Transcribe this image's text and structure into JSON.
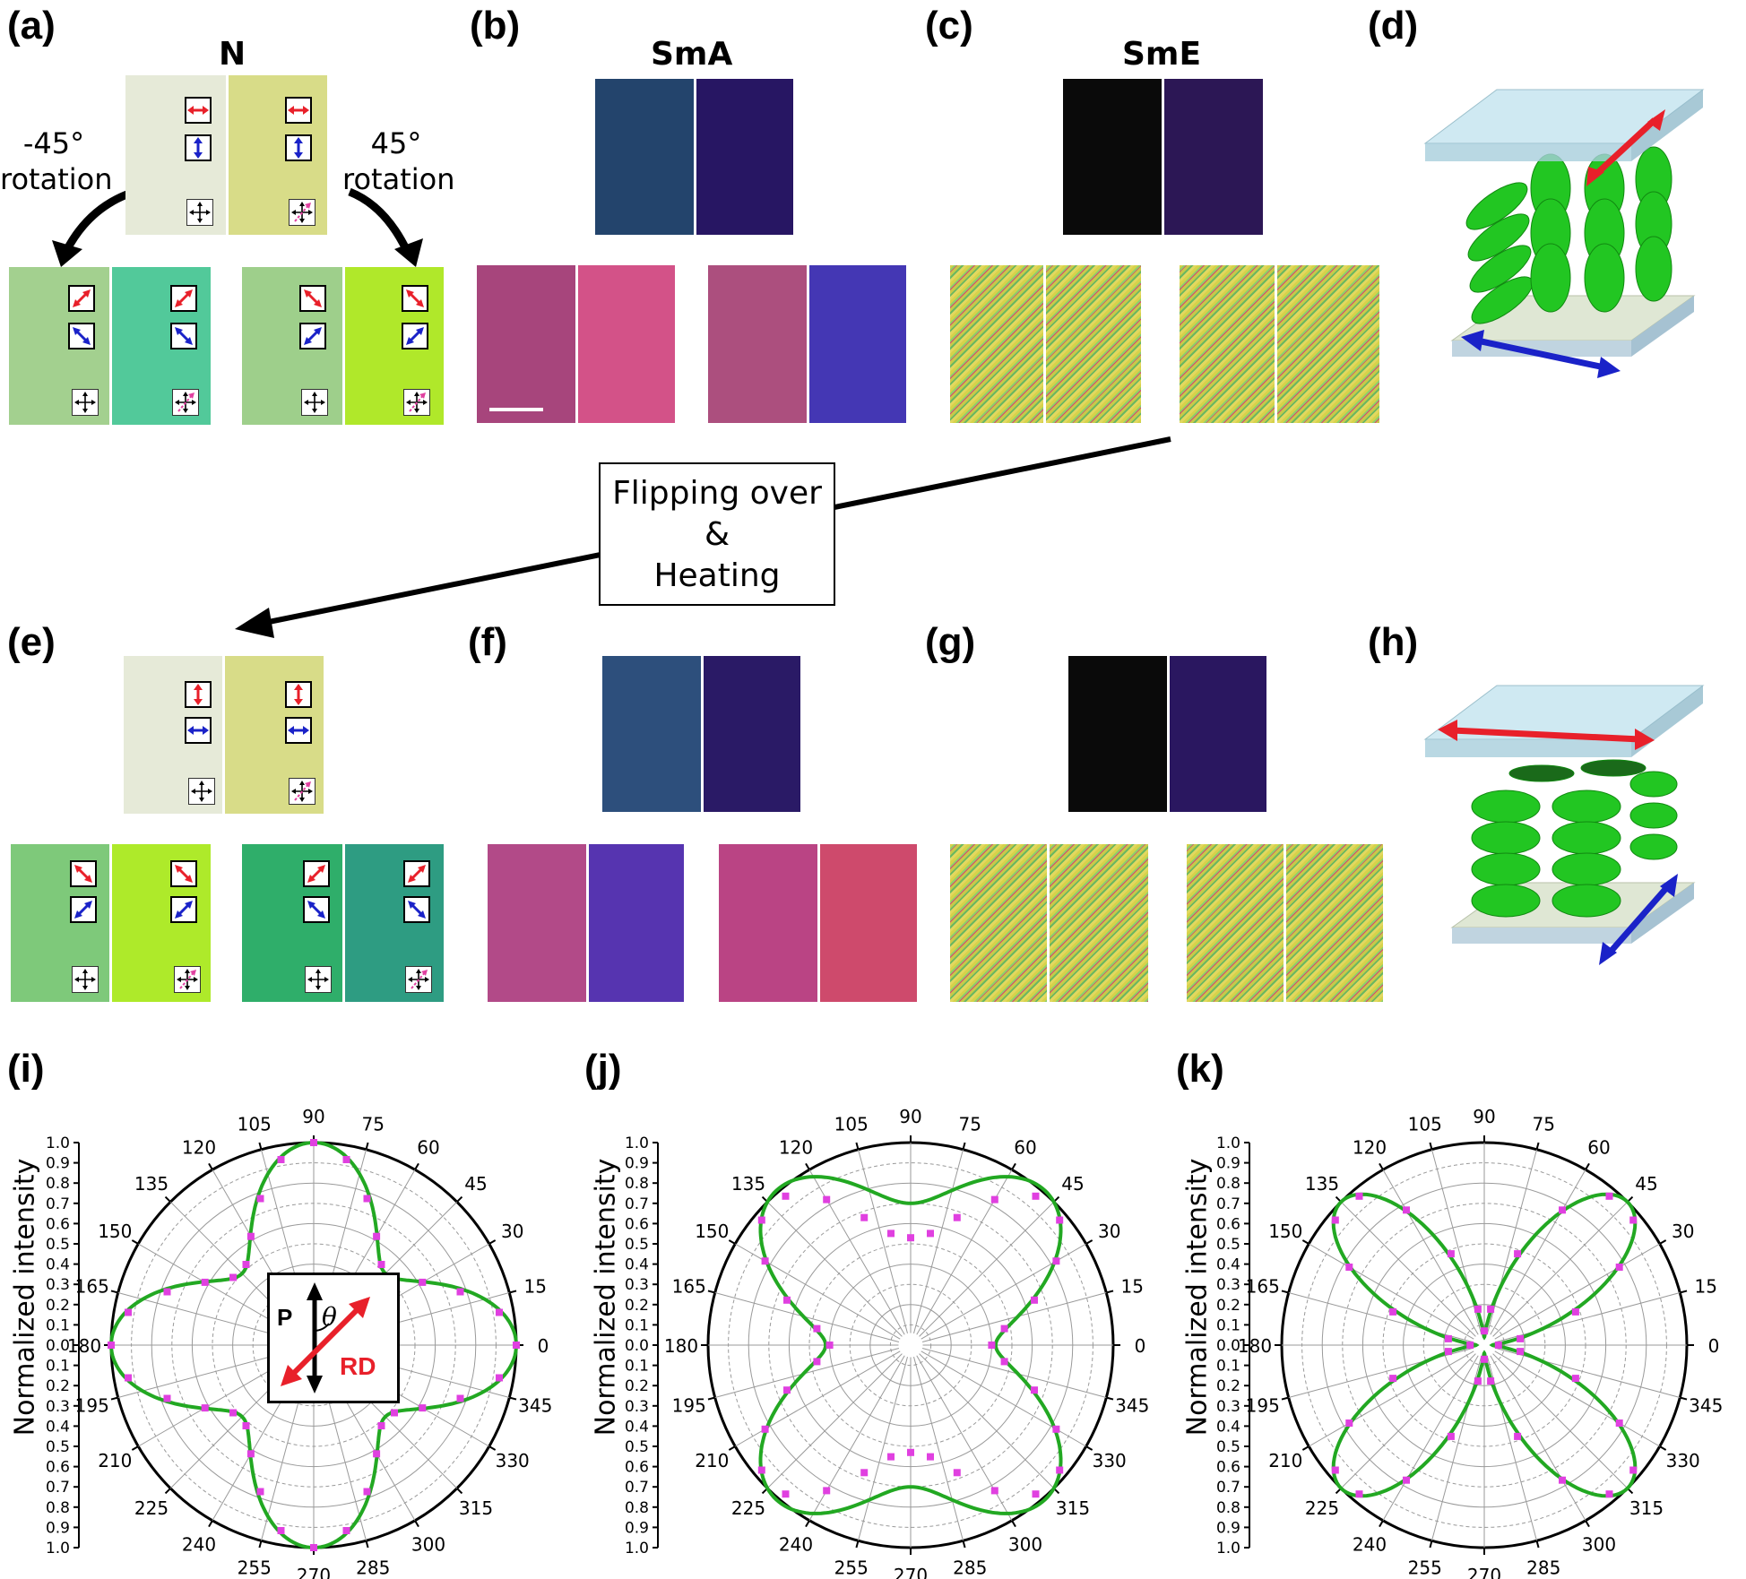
{
  "panel_labels": {
    "a": "(a)",
    "b": "(b)",
    "c": "(c)",
    "d": "(d)",
    "e": "(e)",
    "f": "(f)",
    "g": "(g)",
    "h": "(h)",
    "i": "(i)",
    "j": "(j)",
    "k": "(k)"
  },
  "phases": {
    "a": "N",
    "b": "SmA",
    "c": "SmE"
  },
  "rotation_left": {
    "line1": "-45°",
    "line2": "rotation"
  },
  "rotation_right": {
    "line1": "45°",
    "line2": "rotation"
  },
  "flip_box": {
    "line1": "Flipping over",
    "line2": "&",
    "line3": "Heating"
  },
  "colors": {
    "polarizer": "#e8202a",
    "analyzer": "#1a22c8",
    "fit_curve": "#22a822",
    "data_points": "#e040e0",
    "n_top_left": "#e6ead8",
    "n_top_right": "#d8dc88",
    "n_rot_1": "#a3d08f",
    "n_rot_2": "#52c99a",
    "n_rot_3": "#9ecf8b",
    "n_rot_4": "#b0e82a",
    "sma_1": "#23446c",
    "sma_2": "#271663",
    "sma_3": "#a7457c",
    "sma_4": "#d35288",
    "sma_5": "#ac4f7e",
    "sma_6": "#4437b4",
    "sme_1": "#0a0a0a",
    "sme_2": "#2c1755"
  },
  "inset": {
    "p_label": "P",
    "theta_label": "θ",
    "rd_label": "RD"
  },
  "polar_axis": {
    "ylabel": "Normalized intensity",
    "radial_ticks_upper": [
      "1.0",
      "0.9",
      "0.8",
      "0.7",
      "0.6",
      "0.5",
      "0.4",
      "0.3",
      "0.2",
      "0.1",
      "0.0"
    ],
    "radial_ticks_lower": [
      "0.1",
      "0.2",
      "0.3",
      "0.4",
      "0.5",
      "0.6",
      "0.7",
      "0.8",
      "0.9",
      "1.0"
    ],
    "angle_labels": [
      "0",
      "15",
      "30",
      "45",
      "60",
      "75",
      "90",
      "105",
      "120",
      "135",
      "150",
      "165",
      "180",
      "195",
      "210",
      "225",
      "240",
      "255",
      "270",
      "285",
      "300",
      "315",
      "330",
      "345"
    ]
  },
  "chart_data": [
    {
      "type": "scatter",
      "title": "(i)",
      "ylabel": "Normalized intensity",
      "ylim": [
        0,
        1.0
      ],
      "x_unit": "deg",
      "series": [
        {
          "kind": "fit",
          "model": "0.75 + 0.25*cos(4*theta)"
        },
        {
          "kind": "points",
          "x": [
            0,
            10,
            20,
            30,
            40,
            50,
            60,
            70,
            80,
            90,
            100,
            110,
            120,
            130,
            140,
            150,
            160,
            170,
            180,
            190,
            200,
            210,
            220,
            230,
            240,
            250,
            260,
            270,
            280,
            290,
            300,
            310,
            320,
            330,
            340,
            350
          ],
          "y": [
            1.0,
            0.93,
            0.77,
            0.62,
            0.52,
            0.52,
            0.62,
            0.77,
            0.93,
            1.0,
            0.93,
            0.77,
            0.62,
            0.52,
            0.52,
            0.62,
            0.77,
            0.93,
            1.0,
            0.93,
            0.77,
            0.62,
            0.52,
            0.52,
            0.62,
            0.77,
            0.93,
            1.0,
            0.93,
            0.77,
            0.62,
            0.52,
            0.52,
            0.62,
            0.77,
            0.93
          ]
        }
      ]
    },
    {
      "type": "scatter",
      "title": "(j)",
      "ylabel": "Normalized intensity",
      "ylim": [
        0,
        1.0
      ],
      "x_unit": "deg",
      "series": [
        {
          "kind": "fit",
          "model": "0.78 - 0.14*cos(2*theta) - 0.22*cos(4*theta)"
        },
        {
          "kind": "points",
          "x": [
            0,
            10,
            20,
            30,
            40,
            50,
            60,
            70,
            80,
            90,
            100,
            110,
            120,
            130,
            140,
            150,
            160,
            170,
            180,
            190,
            200,
            210,
            220,
            230,
            240,
            250,
            260,
            270,
            280,
            290,
            300,
            310,
            320,
            330,
            340,
            350
          ],
          "y": [
            0.4,
            0.47,
            0.65,
            0.83,
            0.96,
            0.96,
            0.83,
            0.67,
            0.56,
            0.53,
            0.56,
            0.67,
            0.83,
            0.96,
            0.96,
            0.83,
            0.65,
            0.47,
            0.4,
            0.47,
            0.65,
            0.83,
            0.96,
            0.96,
            0.83,
            0.67,
            0.56,
            0.53,
            0.56,
            0.67,
            0.83,
            0.96,
            0.96,
            0.83,
            0.65,
            0.47
          ]
        }
      ]
    },
    {
      "type": "scatter",
      "title": "(k)",
      "ylabel": "Normalized intensity",
      "ylim": [
        0,
        1.0
      ],
      "x_unit": "deg",
      "series": [
        {
          "kind": "fit",
          "model": "0.52 - 0.48*cos(4*theta)"
        },
        {
          "kind": "points",
          "x": [
            0,
            10,
            20,
            30,
            40,
            50,
            60,
            70,
            80,
            90,
            100,
            110,
            120,
            130,
            140,
            150,
            160,
            170,
            180,
            190,
            200,
            210,
            220,
            230,
            240,
            250,
            260,
            270,
            280,
            290,
            300,
            310,
            320,
            330,
            340,
            350
          ],
          "y": [
            0.07,
            0.18,
            0.48,
            0.77,
            0.96,
            0.96,
            0.77,
            0.48,
            0.18,
            0.07,
            0.18,
            0.48,
            0.77,
            0.96,
            0.96,
            0.77,
            0.48,
            0.18,
            0.07,
            0.18,
            0.48,
            0.77,
            0.96,
            0.96,
            0.77,
            0.48,
            0.18,
            0.07,
            0.18,
            0.48,
            0.77,
            0.96,
            0.96,
            0.77,
            0.48,
            0.18
          ]
        }
      ]
    }
  ]
}
